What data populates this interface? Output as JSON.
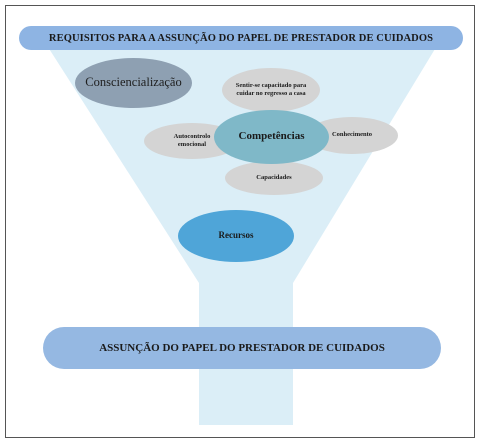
{
  "header": {
    "title": "REQUISITOS PARA A ASSUNÇÃO DO PAPEL DE PRESTADOR DE CUIDADOS"
  },
  "nodes": {
    "consciencializacao": "Consciencialização",
    "sentir_capacitado": "Sentir-se capacitado para cuidar no regresso a casa",
    "autocontrolo": "Autocontrolo emocional",
    "competencias": "Competências",
    "conhecimento": "Conhecimento",
    "capacidades": "Capacidades",
    "recursos": "Recursos"
  },
  "footer": {
    "title": "ASSUNÇÃO DO PAPEL DO PRESTADOR DE CUIDADOS"
  },
  "colors": {
    "banner": "#8eb4e3",
    "funnel": "#dbeef7",
    "consciencializacao": "#8ea0b2",
    "competencias": "#7fb8c8",
    "recursos": "#4fa5d8",
    "secondary_nodes": "#d4d4d4"
  }
}
